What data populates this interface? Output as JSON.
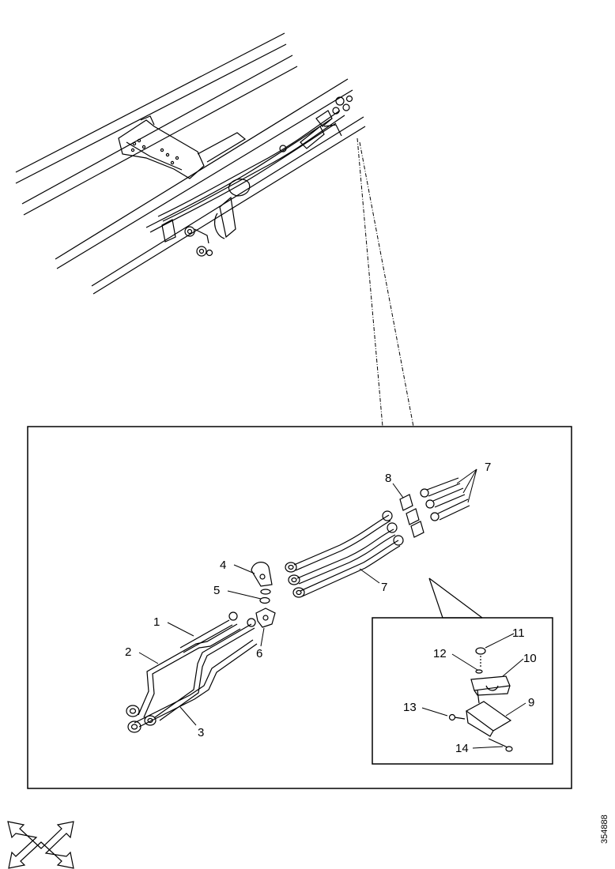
{
  "callouts": {
    "c1": "1",
    "c2": "2",
    "c3": "3",
    "c4": "4",
    "c5": "5",
    "c6": "6",
    "c7_top": "7",
    "c7_mid": "7",
    "c8": "8",
    "c9": "9",
    "c10": "10",
    "c11": "11",
    "c12": "12",
    "c13": "13",
    "c14": "14"
  },
  "document_number": "354888",
  "icons": {
    "orientation": "double-arrow-cross-icon"
  }
}
